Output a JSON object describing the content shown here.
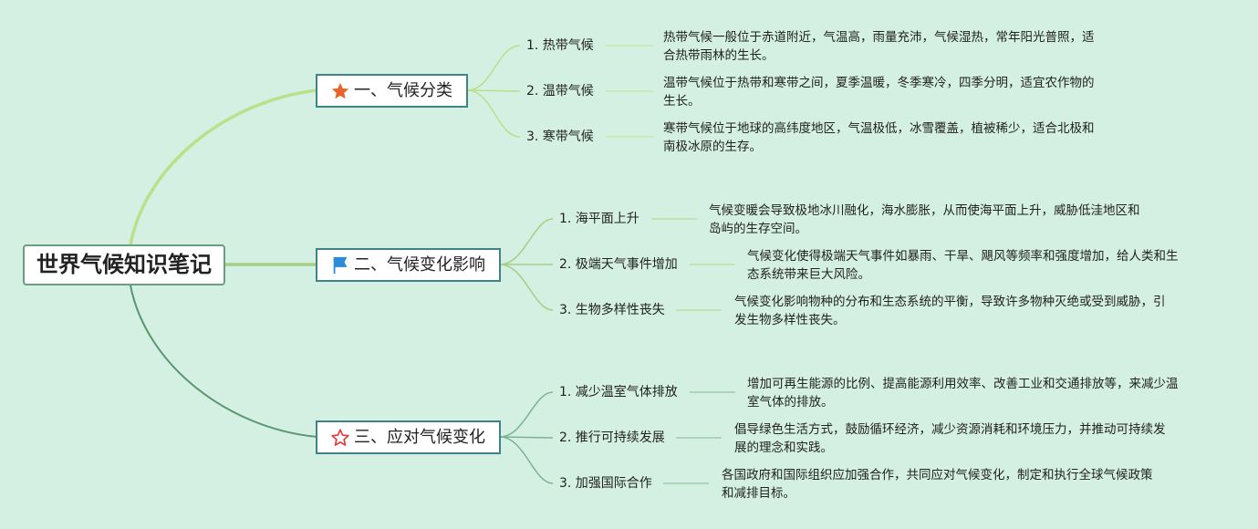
{
  "root": {
    "title": "世界气候知识笔记"
  },
  "branches": [
    {
      "title": "一、气候分类",
      "icon": "star-filled-icon",
      "icon_color": "#e8632a",
      "items": [
        {
          "label": "1. 热带气候",
          "desc_line1": "热带气候一般位于赤道附近，气温高，雨量充沛，气候湿热，常年阳光普照，适",
          "desc_line2": "合热带雨林的生长。"
        },
        {
          "label": "2. 温带气候",
          "desc_line1": "温带气候位于热带和寒带之间，夏季温暖，冬季寒冷，四季分明，适宜农作物的",
          "desc_line2": "生长。"
        },
        {
          "label": "3. 寒带气候",
          "desc_line1": "寒带气候位于地球的高纬度地区，气温极低，冰雪覆盖，植被稀少，适合北极和",
          "desc_line2": "南极冰原的生存。"
        }
      ]
    },
    {
      "title": "二、气候变化影响",
      "icon": "flag-icon",
      "icon_color": "#2a8bd6",
      "items": [
        {
          "label": "1. 海平面上升",
          "desc_line1": "气候变暖会导致极地冰川融化，海水膨胀，从而使海平面上升，威胁低洼地区和",
          "desc_line2": "岛屿的生存空间。"
        },
        {
          "label": "2. 极端天气事件增加",
          "desc_line1": "气候变化使得极端天气事件如暴雨、干旱、飓风等频率和强度增加，给人类和生",
          "desc_line2": "态系统带来巨大风险。"
        },
        {
          "label": "3. 生物多样性丧失",
          "desc_line1": "气候变化影响物种的分布和生态系统的平衡，导致许多物种灭绝或受到威胁，引",
          "desc_line2": "发生物多样性丧失。"
        }
      ]
    },
    {
      "title": "三、应对气候变化",
      "icon": "star-outline-icon",
      "icon_color": "#e23a3a",
      "items": [
        {
          "label": "1. 减少温室气体排放",
          "desc_line1": "增加可再生能源的比例、提高能源利用效率、改善工业和交通排放等，来减少温",
          "desc_line2": "室气体的排放。"
        },
        {
          "label": "2. 推行可持续发展",
          "desc_line1": "倡导绿色生活方式，鼓励循环经济，减少资源消耗和环境压力，并推动可持续发",
          "desc_line2": "展的理念和实践。"
        },
        {
          "label": "3. 加强国际合作",
          "desc_line1": "各国政府和国际组织应加强合作，共同应对气候变化，制定和执行全球气候政策",
          "desc_line2": "和减排目标。"
        }
      ]
    }
  ]
}
